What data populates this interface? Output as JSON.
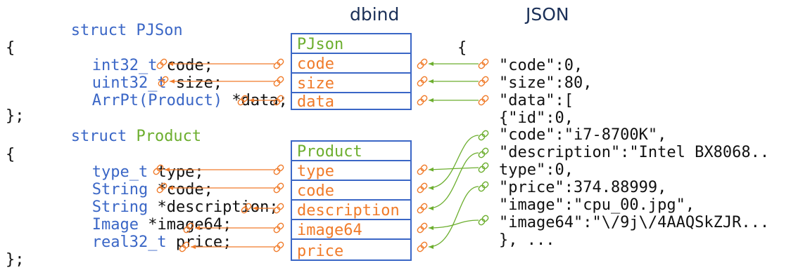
{
  "colors": {
    "keyword": "#3a66c6",
    "type_name": "#6cae2e",
    "text": "#111111",
    "field": "#f07b2a",
    "header": "#6cae2e",
    "box_border": "#3a66c6",
    "title": "#1a2f57",
    "link_orange": "#f07b2a",
    "link_green": "#6cae2e"
  },
  "titles": {
    "dbind": "dbind",
    "json": "JSON"
  },
  "struct_pjson": {
    "decl_keyword": "struct",
    "decl_name": "PJSon",
    "open": "{",
    "close": "};",
    "fields": [
      {
        "type": "int32_t",
        "rest": " code;"
      },
      {
        "type": "uint32_t",
        "rest": " size;"
      },
      {
        "type": "ArrPt(Product)",
        "rest": " *data;"
      }
    ]
  },
  "struct_product": {
    "decl_keyword": "struct",
    "decl_name": "Product",
    "open": "{",
    "close": "};",
    "fields": [
      {
        "type": "type_t",
        "rest": " type;"
      },
      {
        "type": "String",
        "rest": " *code;"
      },
      {
        "type": "String",
        "rest": " *description;"
      },
      {
        "type": "Image",
        "rest": " *image64;"
      },
      {
        "type": "real32_t",
        "rest": " price;"
      }
    ]
  },
  "dbind_pjson": {
    "header": "PJson",
    "fields": [
      "code",
      "size",
      "data"
    ]
  },
  "dbind_product": {
    "header": "Product",
    "fields": [
      "type",
      "code",
      "description",
      "image64",
      "price"
    ]
  },
  "json_lines": [
    "{",
    "\"code\":0,",
    "\"size\":80,",
    "\"data\":[",
    "{\"id\":0,",
    "\"code\":\"i7-8700K\",",
    "\"description\":\"Intel BX8068..",
    "type\":0,",
    "\"price\":374.88999,",
    "\"image\":\"cpu_00.jpg\",",
    "\"image64\":\"\\/9j\\/4AAQSkZJR...",
    "}, ..."
  ],
  "icons": {
    "link": "link-icon",
    "arrow": "arrow-icon"
  }
}
